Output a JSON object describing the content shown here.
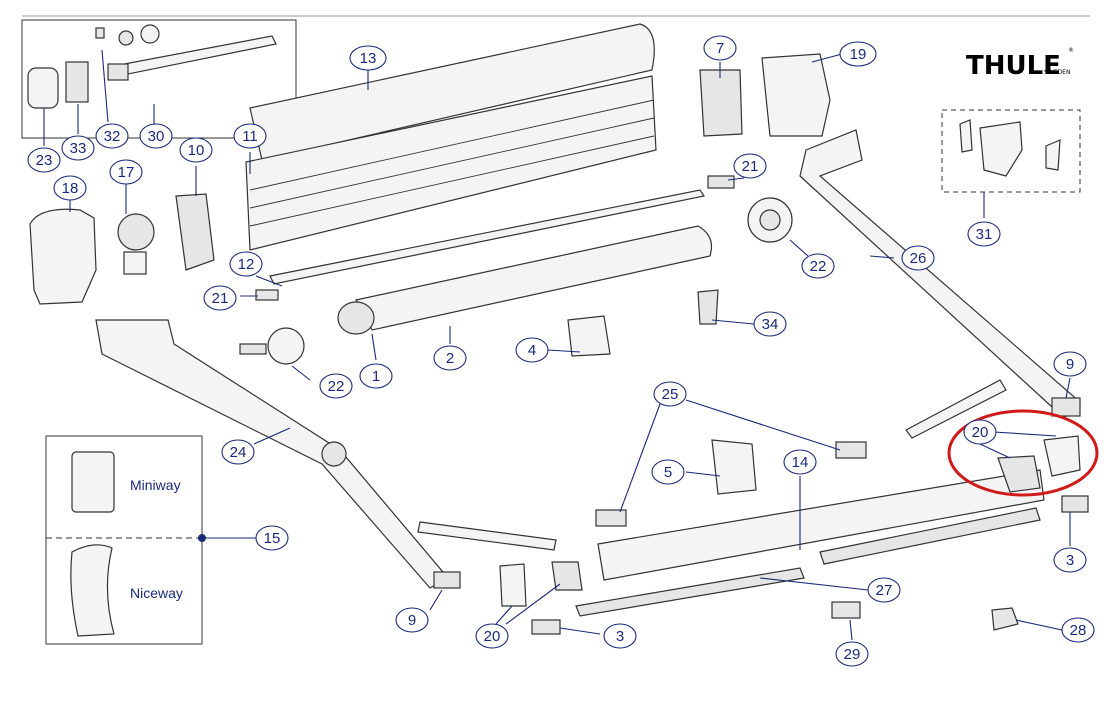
{
  "brand": {
    "logo": "THULE",
    "registered": "®",
    "sub": "SWEDEN"
  },
  "remote_labels": {
    "miniway": "Miniway",
    "niceway": "Niceway"
  },
  "callouts": {
    "c1": "1",
    "c2": "2",
    "c3a": "3",
    "c3b": "3",
    "c4": "4",
    "c5": "5",
    "c7": "7",
    "c9a": "9",
    "c9b": "9",
    "c10": "10",
    "c11": "11",
    "c12": "12",
    "c13": "13",
    "c14": "14",
    "c15": "15",
    "c17": "17",
    "c18": "18",
    "c19": "19",
    "c20a": "20",
    "c20b": "20",
    "c21a": "21",
    "c21b": "21",
    "c22a": "22",
    "c22b": "22",
    "c23": "23",
    "c24": "24",
    "c25": "25",
    "c26": "26",
    "c27": "27",
    "c28": "28",
    "c29": "29",
    "c30": "30",
    "c31": "31",
    "c32": "32",
    "c33": "33",
    "c34": "34"
  },
  "highlight": {
    "color": "#d01a1a",
    "target": "20"
  },
  "colors": {
    "callout": "#1a2a78",
    "outline": "#333333"
  }
}
